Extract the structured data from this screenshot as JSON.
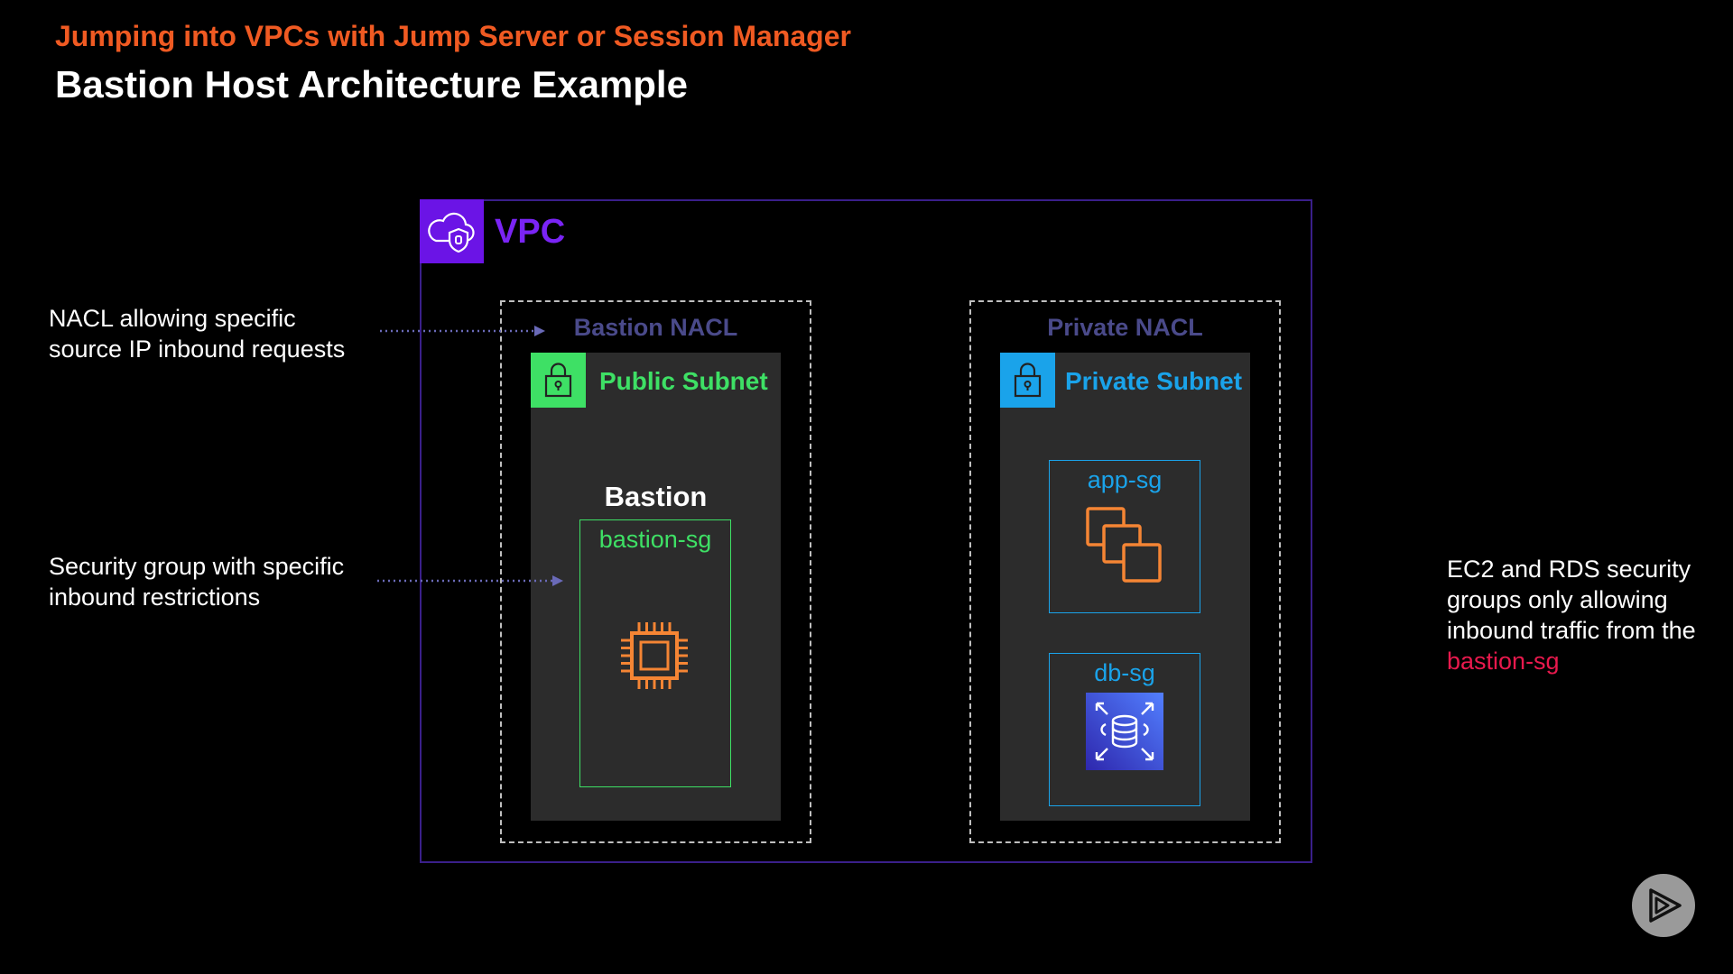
{
  "header": {
    "subtitle": "Jumping into VPCs with Jump Server or Session Manager",
    "title": "Bastion Host Architecture Example"
  },
  "diagram": {
    "vpc": {
      "label": "VPC",
      "icon": "cloud-shield-icon",
      "color": "#7a24f5"
    },
    "bastion_nacl": {
      "label": "Bastion NACL"
    },
    "public_subnet": {
      "label": "Public Subnet",
      "icon": "lock-icon",
      "color": "#3ee065"
    },
    "bastion": {
      "label": "Bastion",
      "sg_label": "bastion-sg",
      "icon": "ec2-chip-icon"
    },
    "private_nacl": {
      "label": "Private NACL"
    },
    "private_subnet": {
      "label": "Private Subnet",
      "icon": "lock-icon",
      "color": "#1aa3ea"
    },
    "app_sg": {
      "label": "app-sg",
      "icon": "ec2-instances-icon"
    },
    "db_sg": {
      "label": "db-sg",
      "icon": "rds-database-icon"
    }
  },
  "notes": {
    "nacl_note": [
      "NACL allowing specific",
      "source IP inbound requests"
    ],
    "sg_note": [
      "Security group with specific",
      "inbound restrictions"
    ],
    "ec2_rds_note": [
      "EC2 and RDS security",
      "groups only allowing",
      "inbound traffic from the"
    ],
    "ec2_rds_note_accent": "bastion-sg"
  },
  "controls": {
    "play_icon": "pluralsight-play-icon"
  }
}
